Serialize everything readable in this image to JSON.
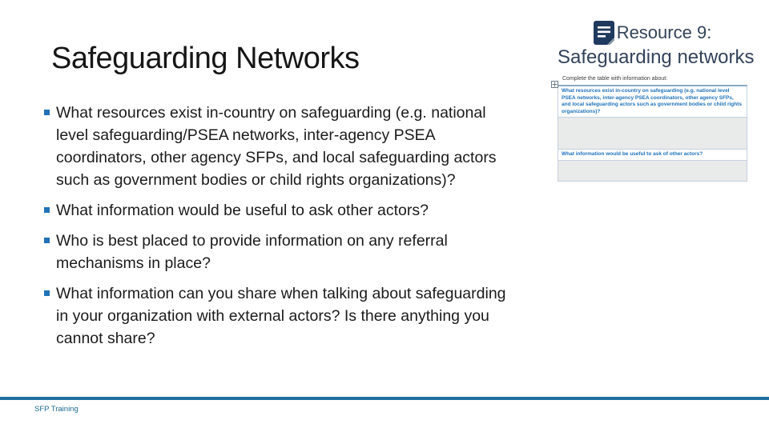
{
  "slide": {
    "title": "Safeguarding Networks",
    "bullets": [
      "What resources exist in-country on safeguarding (e.g. national level safeguarding/PSEA networks, inter-agency PSEA coordinators, other agency SFPs, and local safeguarding actors such as government bodies or child rights organizations)?",
      "What information would be useful to ask other actors?",
      "Who is best placed to provide information on any referral mechanisms in place?",
      "What information can you share when talking about safeguarding in your organization with external actors? Is there anything you cannot share?"
    ],
    "footer": "SFP Training"
  },
  "resource_panel": {
    "heading_line1": "Resource 9:",
    "heading_line2": "Safeguarding networks",
    "icon": "document-icon",
    "instruction": "Complete the table with information about:",
    "table": {
      "rows": [
        {
          "question": "What resources exist in-country on safeguarding (e.g. national level PSEA networks, inter-agency PSEA coordinators, other agency SFPs, and local safeguarding actors such as government bodies or child rights organizations)?",
          "answer": ""
        },
        {
          "question": "What information would be useful to ask of other actors?",
          "answer": ""
        }
      ]
    }
  },
  "colors": {
    "accent_blue": "#2173b8",
    "heading_navy": "#33435a",
    "icon_navy": "#1f3a5f",
    "question_blue": "#1e72bb",
    "rule_blue": "#1f6f9e",
    "footer_teal": "#1d6b8e"
  }
}
